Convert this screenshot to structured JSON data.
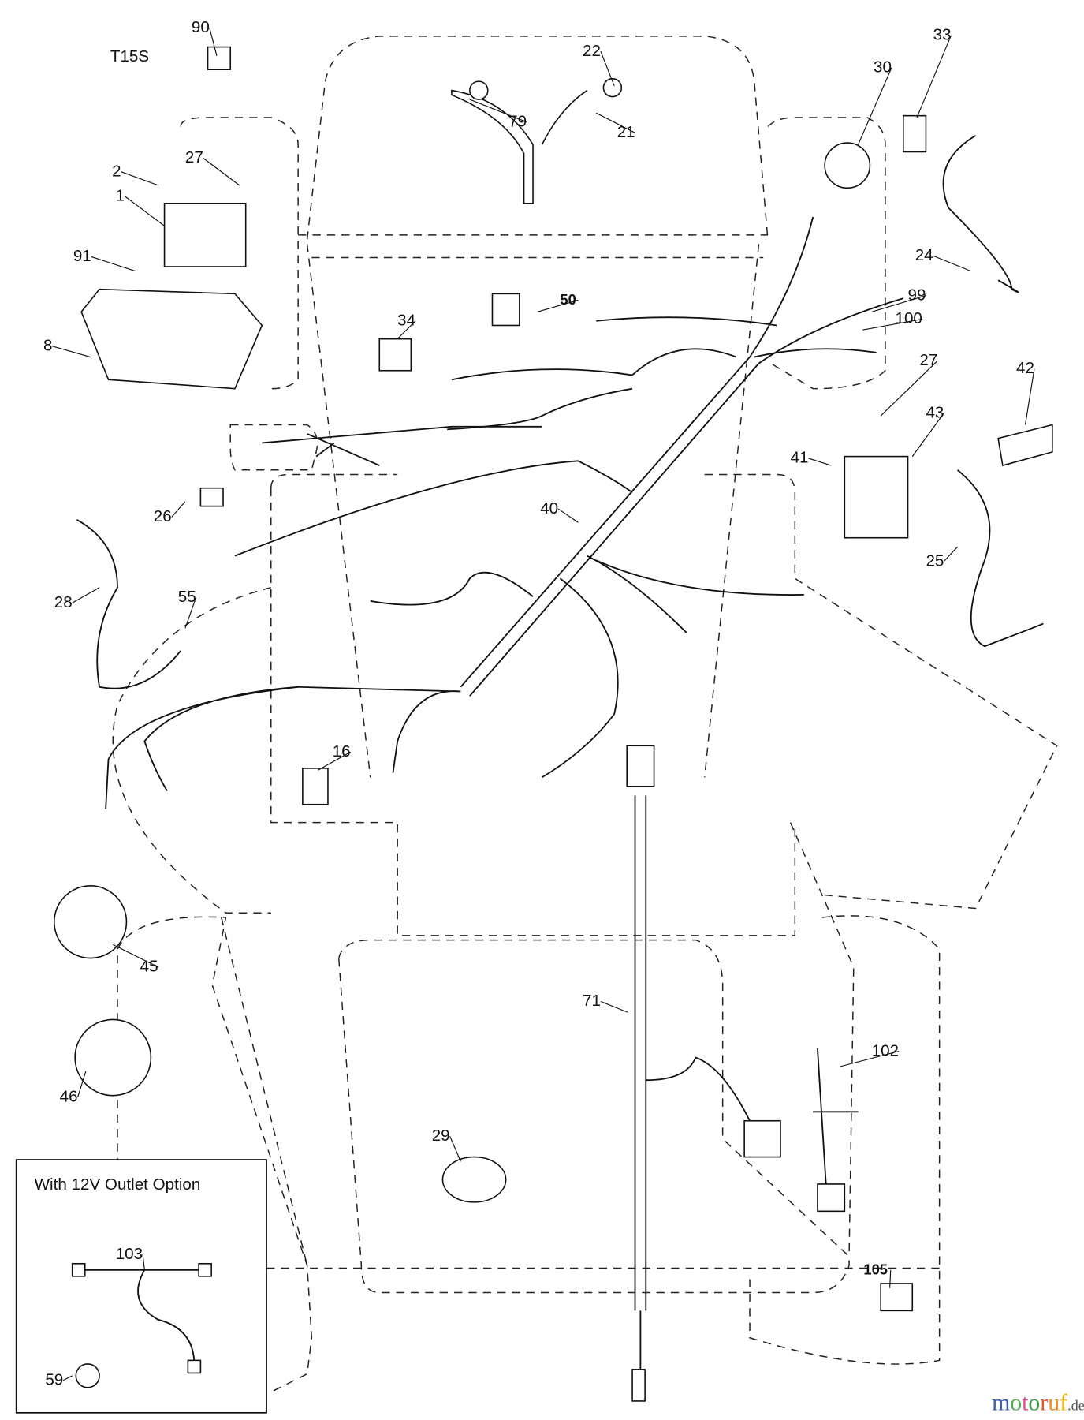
{
  "model": "T15S",
  "callouts": [
    "90",
    "22",
    "79",
    "21",
    "30",
    "33",
    "2",
    "27",
    "1",
    "91",
    "99",
    "100",
    "8",
    "50",
    "34",
    "24",
    "27",
    "42",
    "43",
    "41",
    "26",
    "40",
    "28",
    "55",
    "25",
    "16",
    "45",
    "46",
    "71",
    "102",
    "29",
    "105",
    "103",
    "59"
  ],
  "inset": {
    "title": "With 12V Outlet Option"
  },
  "watermark": {
    "text": "motoruf",
    "suffix": ".de",
    "colors": [
      "#3b5fa8",
      "#4caf50",
      "#e84a8a",
      "#3a9a46",
      "#e35a2a",
      "#f08a1c",
      "#f2b705"
    ]
  }
}
